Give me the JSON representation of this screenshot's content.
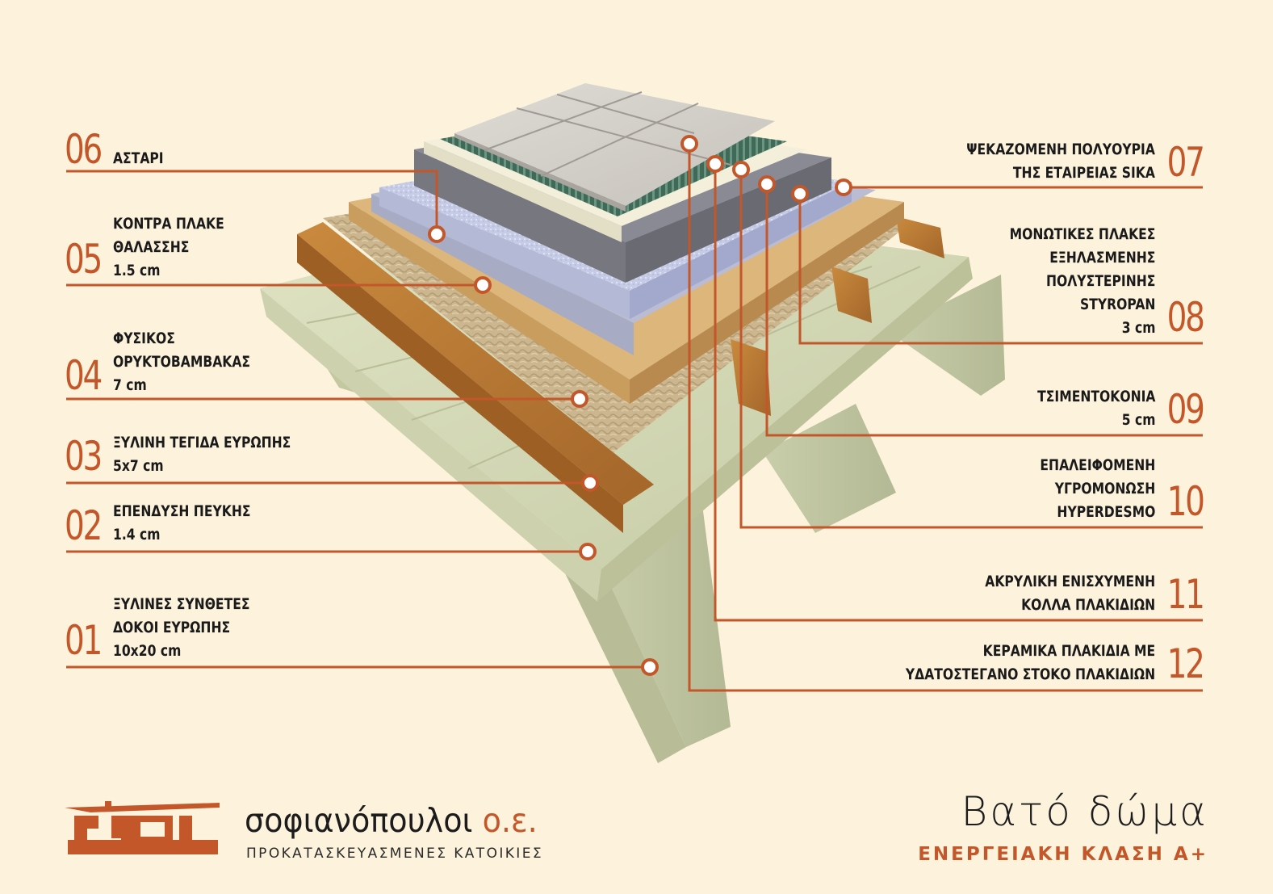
{
  "colors": {
    "background": "#fdf3dd",
    "accent": "#c4572a",
    "text": "#1a1a1a"
  },
  "layers_left": [
    {
      "number": "06",
      "label": "ΑΣΤΑΡΙ"
    },
    {
      "number": "05",
      "label": "ΚΟΝΤΡΑ ΠΛΑΚΕ\nΘΑΛΑΣΣΗΣ\n1.5 cm"
    },
    {
      "number": "04",
      "label": "ΦΥΣΙΚΟΣ\nΟΡΥΚΤΟΒΑΜΒΑΚΑΣ\n7 cm"
    },
    {
      "number": "03",
      "label": "ΞΥΛΙΝΗ ΤΕΓΙΔΑ ΕΥΡΩΠΗΣ\n5x7 cm"
    },
    {
      "number": "02",
      "label": "ΕΠΕΝΔΥΣΗ ΠΕΥΚΗΣ\n1.4 cm"
    },
    {
      "number": "01",
      "label": "ΞΥΛΙΝΕΣ ΣΥΝΘΕΤΕΣ\nΔΟΚΟΙ ΕΥΡΩΠΗΣ\n10x20 cm"
    }
  ],
  "layers_right": [
    {
      "number": "07",
      "label": "ΨΕΚΑΖΟΜΕΝΗ ΠΟΛΥΟΥΡΙΑ\nΤΗΣ ΕΤΑΙΡΕΙΑΣ SIKA"
    },
    {
      "number": "08",
      "label": "ΜΟΝΩΤΙΚΕΣ ΠΛΑΚΕΣ\nΕΞΗΛΑΣΜΕΝΗΣ\nΠΟΛΥΣΤΕΡΙΝΗΣ\nSTYROPAN\n3 cm"
    },
    {
      "number": "09",
      "label": "ΤΣΙΜΕΝΤΟΚΟΝΙΑ\n5 cm"
    },
    {
      "number": "10",
      "label": "ΕΠΑΛΕΙΦΟΜΕΝΗ\nΥΓΡΟΜΟΝΩΣΗ\nHYPERDESMO"
    },
    {
      "number": "11",
      "label": "ΑΚΡΥΛΙΚΗ ΕΝΙΣΧΥΜΕΝΗ\nΚΟΛΛΑ ΠΛΑΚΙΔΙΩΝ"
    },
    {
      "number": "12",
      "label": "ΚΕΡΑΜΙΚΑ ΠΛΑΚΙΔΙΑ ΜΕ\nΥΔΑΤΟΣΤΕΓΑΝΟ ΣΤΟΚΟ ΠΛΑΚΙΔΙΩΝ"
    }
  ],
  "brand": {
    "name": "σοφιανόπουλοι",
    "suffix": "ο.ε.",
    "tagline": "ΠΡΟΚΑΤΑΣΚΕΥΑΣΜΕΝΕΣ ΚΑΤΟΙΚΙΕΣ"
  },
  "title": "Βατό δώμα",
  "subtitle": "ΕΝΕΡΓΕΙΑΚΗ ΚΛΑΣΗ Α+"
}
